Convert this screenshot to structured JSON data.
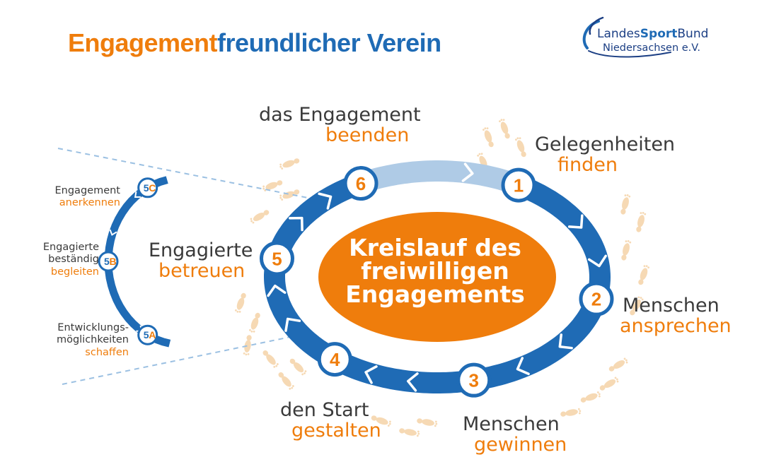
{
  "header": {
    "title_part1": "Engagement",
    "title_part2": "freundlicher Verein"
  },
  "logo": {
    "line1_a": "Landes",
    "line1_b": "Sport",
    "line1_c": "Bund",
    "line2": "Niedersachsen e.V."
  },
  "colors": {
    "orange": "#EF7D0C",
    "blue": "#1F6BB5",
    "light_blue": "#AFCBE6",
    "navy": "#1C3F84",
    "footprint": "#F6D9B4"
  },
  "cycle": {
    "center_lines": [
      "Kreislauf des",
      "freiwilligen",
      "Engagements"
    ],
    "steps": [
      {
        "number": "1",
        "line1": "Gelegenheiten",
        "line2": "finden"
      },
      {
        "number": "2",
        "line1": "Menschen",
        "line2": "ansprechen"
      },
      {
        "number": "3",
        "line1": "Menschen",
        "line2": "gewinnen"
      },
      {
        "number": "4",
        "line1": "den Start",
        "line2": "gestalten"
      },
      {
        "number": "5",
        "line1": "Engagierte",
        "line2": "betreuen"
      },
      {
        "number": "6",
        "line1": "das Engagement",
        "line2": "beenden"
      }
    ]
  },
  "sub_steps": [
    {
      "num": "5",
      "letter": "C",
      "lines": [
        "Engagement"
      ],
      "orange": "anerkennen"
    },
    {
      "num": "5",
      "letter": "B",
      "lines": [
        "Engagierte",
        "beständig"
      ],
      "orange": "begleiten"
    },
    {
      "num": "5",
      "letter": "A",
      "lines": [
        "Entwicklungs-",
        "möglichkeiten"
      ],
      "orange": "schaffen"
    }
  ]
}
